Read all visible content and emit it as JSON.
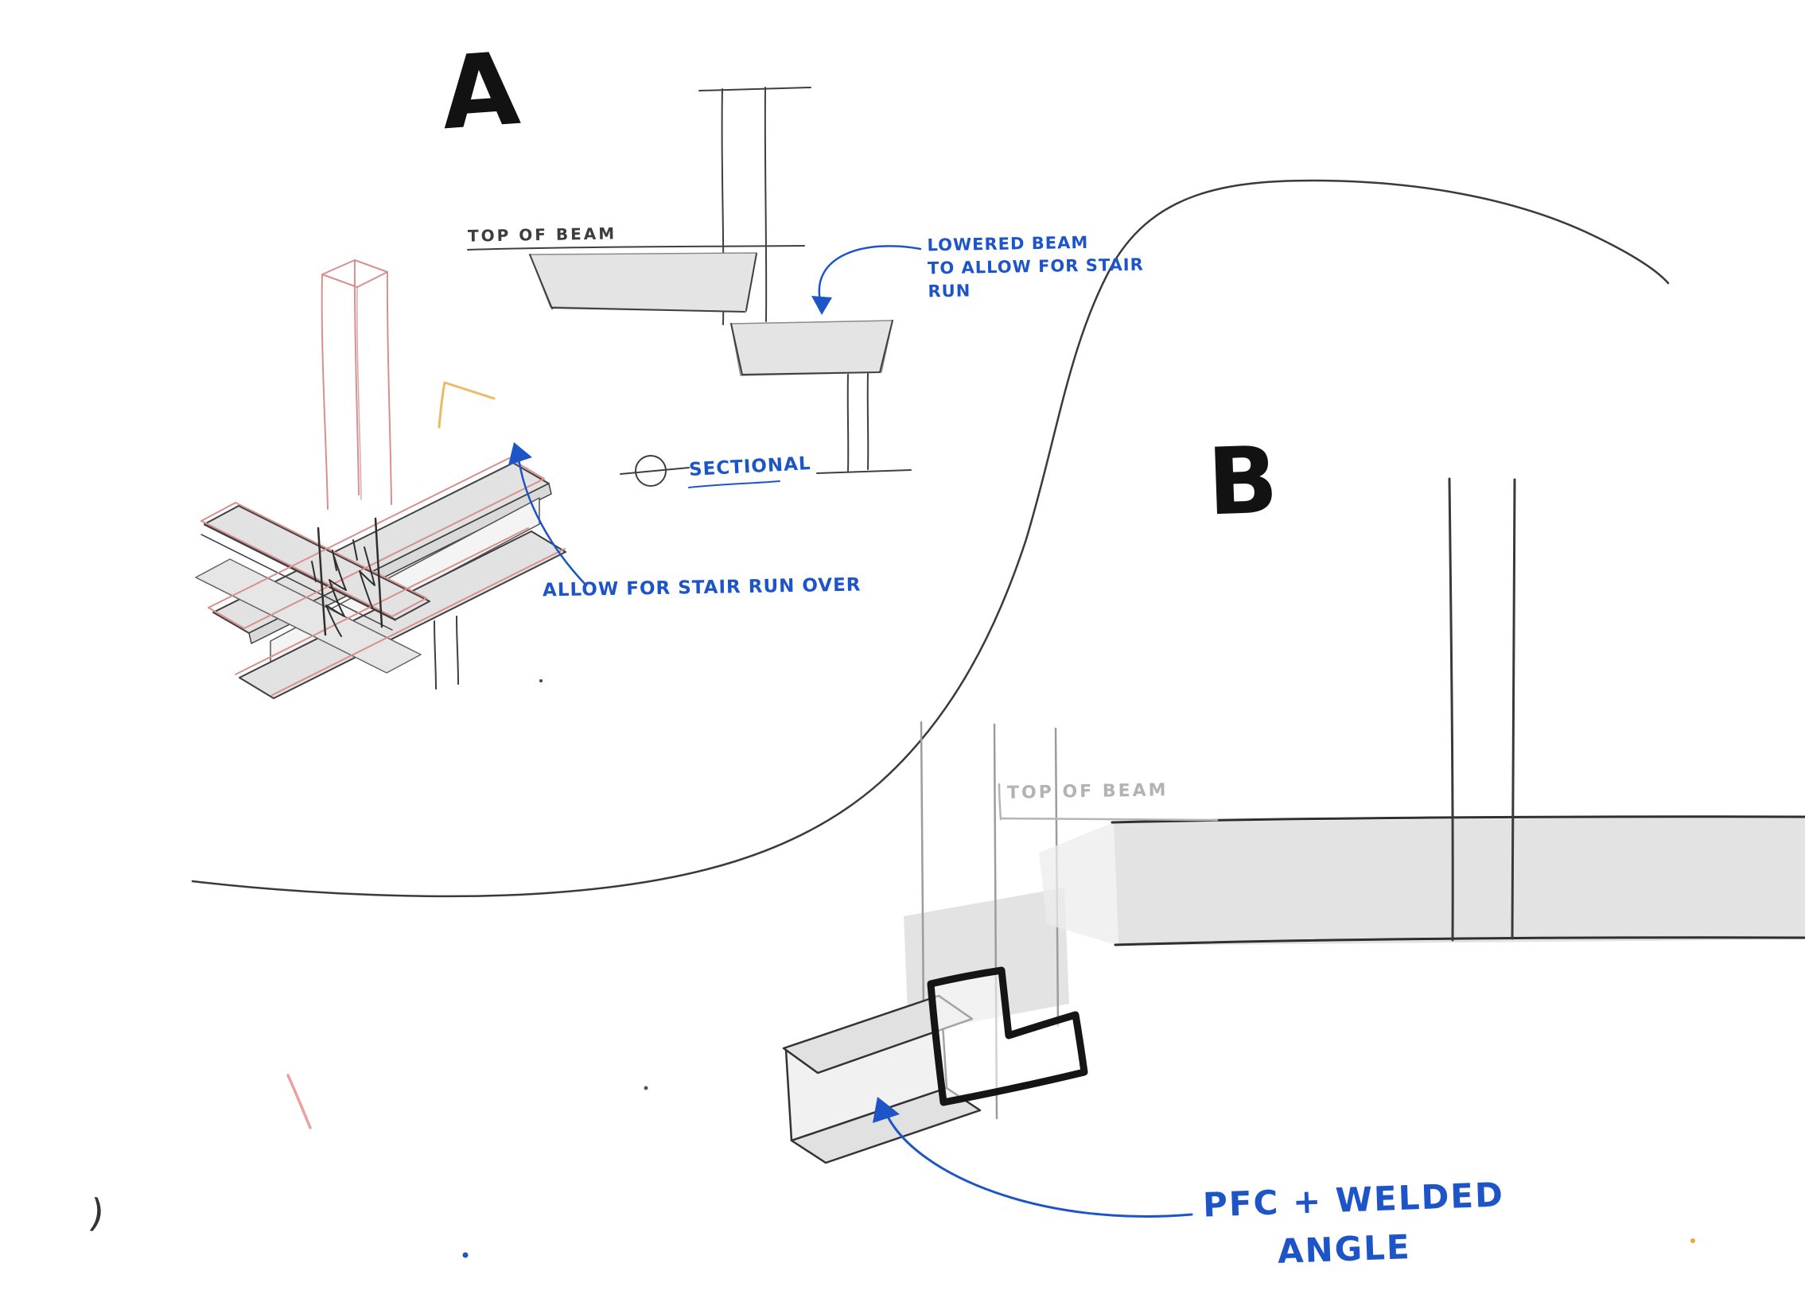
{
  "colors": {
    "ink": "#2b2b2b",
    "annotation_blue": "#1d55c8",
    "construction_pink": "#d6908e",
    "highlight_orange": "#ecba5f",
    "shading_gray": "#e3e3e3",
    "faint_gray_text": "#b3b3b3"
  },
  "sketch_a": {
    "label": "A",
    "section": {
      "top_of_beam_label": "TOP OF BEAM",
      "lowered_beam_note_lines": [
        "LOWERED BEAM",
        "TO ALLOW FOR STAIR",
        "RUN"
      ],
      "sectional_label": "SECTIONAL"
    },
    "iso_note": "ALLOW FOR STAIR RUN OVER"
  },
  "sketch_b": {
    "label": "B",
    "top_of_beam_label": "TOP OF BEAM",
    "note_lines": [
      "PFC + WELDED",
      "ANGLE"
    ]
  },
  "marks": {
    "paren": ")"
  }
}
